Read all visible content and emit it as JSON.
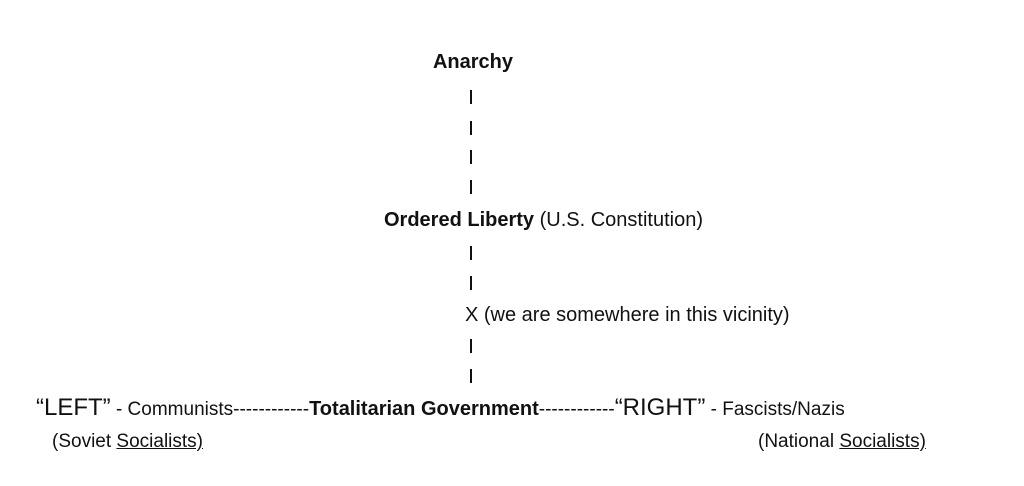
{
  "diagram": {
    "top": "Anarchy",
    "middle": {
      "label_bold": "Ordered Liberty",
      "label_note": " (U.S. Constitution)"
    },
    "marker": {
      "symbol": "X",
      "note": " (we are somewhere in this vicinity)"
    },
    "bottom": {
      "left_quote": "“LEFT”",
      "left_desc": " - Communists",
      "dash_left": "------------",
      "center": "Totalitarian Government",
      "dash_right": "------------",
      "right_quote": "“RIGHT”",
      "right_desc": " - Fascists/Nazis",
      "left_sub_open": "(Soviet ",
      "left_sub_underlined": "Socialists)",
      "right_sub_open": "(National ",
      "right_sub_underlined": "Socialists)"
    },
    "connector_symbol": "I"
  }
}
